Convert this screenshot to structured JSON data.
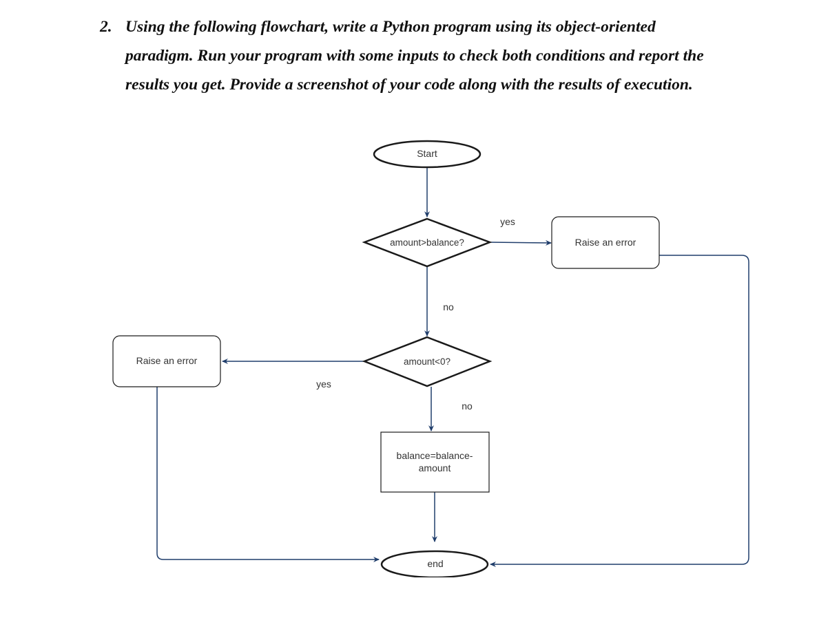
{
  "question": {
    "number": "2.",
    "lines": [
      "Using the following flowchart, write a Python program using its object-oriented",
      "paradigm. Run your program with some inputs to check both conditions and report the",
      "results you get. Provide a screenshot of your code along with the results of execution."
    ]
  },
  "flowchart": {
    "start": "Start",
    "decision_1": "amount>balance?",
    "decision_2": "amount<0?",
    "error_right": "Raise an error",
    "error_left": "Raise an error",
    "process_line_1": "balance=balance-",
    "process_line_2": "amount",
    "end": "end",
    "label_yes_right": "yes",
    "label_no_1": "no",
    "label_yes_left": "yes",
    "label_no_2": "no"
  },
  "colors": {
    "arrow": "#1f3d6b",
    "shape_stroke": "#1a1a1a"
  }
}
